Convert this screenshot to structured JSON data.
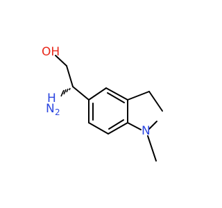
{
  "molecule": {
    "atom_labels": {
      "hydroxyl": "OH",
      "amine_h": "H",
      "amine_n": "N",
      "amine_sub": "2",
      "ring_n": "N"
    },
    "colors": {
      "oxygen": "#e8281a",
      "nitrogen": "#2b46e0",
      "bond": "#000000"
    }
  }
}
